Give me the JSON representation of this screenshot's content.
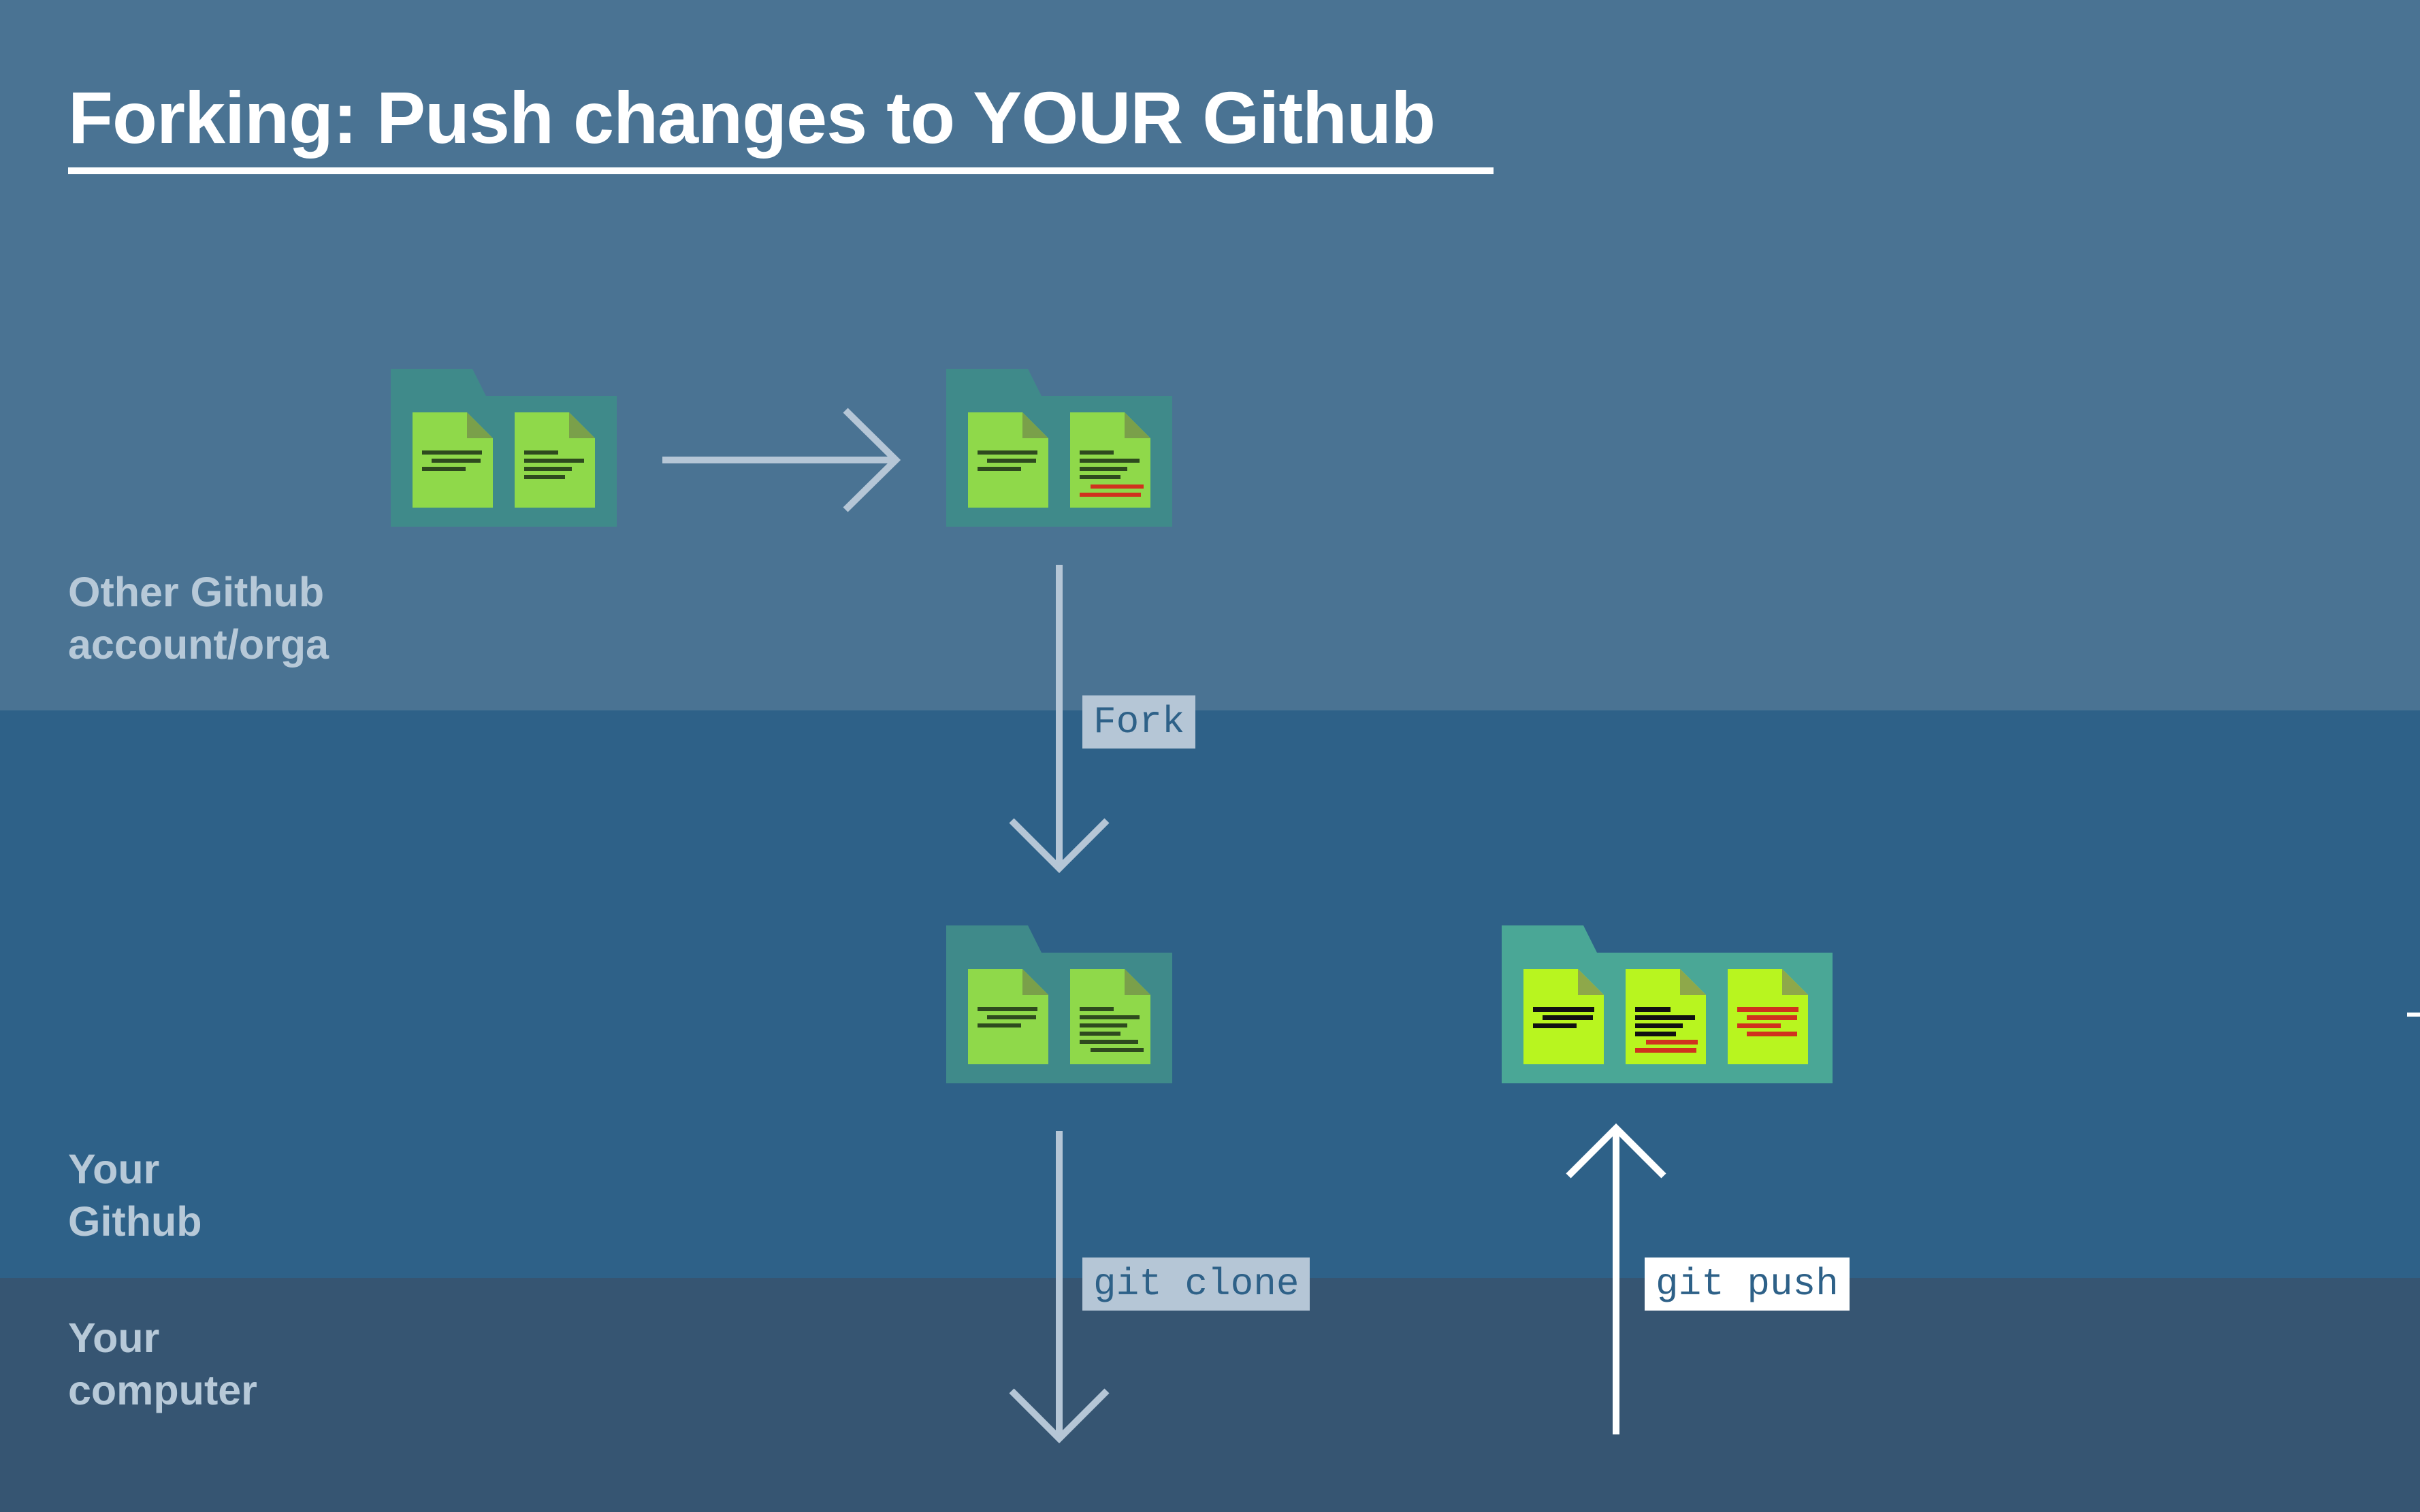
{
  "title": "Forking: Push changes to YOUR Github",
  "regions": {
    "other": {
      "line1": "Other Github",
      "line2": "account/orga"
    },
    "yours": {
      "line1": "Your",
      "line2": "Github"
    },
    "computer": {
      "line1": "Your",
      "line2": "computer"
    }
  },
  "commands": {
    "fork": "Fork",
    "clone": "git clone",
    "push": "git push"
  },
  "colors": {
    "band_top": "#4a7393",
    "band_mid": "#2e6188",
    "band_bottom": "#365572",
    "folder": "#3f8a8a",
    "folder_light": "#4aa796",
    "doc_green": "#8fd94a",
    "doc_lime": "#b8f51f",
    "arrow_muted": "#b5c6d6",
    "arrow_white": "#ffffff",
    "change_red": "#d0321e"
  }
}
